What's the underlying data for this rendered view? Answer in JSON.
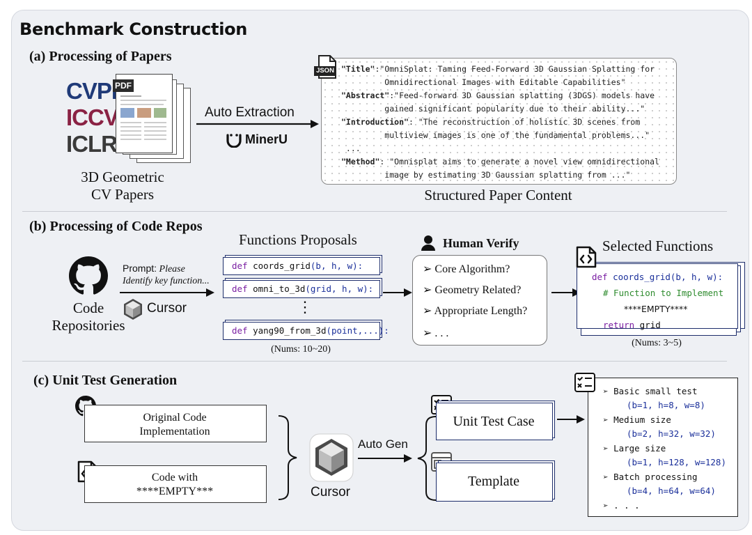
{
  "title": "Benchmark Construction",
  "section_a": {
    "heading": "(a) Processing of Papers",
    "venues": [
      "CVPR",
      "ICCV",
      "ICLR"
    ],
    "pdf_badge": "PDF",
    "papers_caption_line1": "3D Geometric",
    "papers_caption_line2": "CV Papers",
    "arrow_label": "Auto Extraction",
    "tool_name": "MinerU",
    "json_badge": "JSON",
    "json_lines": [
      {
        "key": "\"Title\"",
        "text": ":\"OmniSplat: Taming Feed-Forward 3D Gaussian Splatting for"
      },
      {
        "key": "",
        "text": "         Omnidirectional Images with Editable Capabilities\""
      },
      {
        "key": "\"Abstract\"",
        "text": ":\"Feed-forward 3D Gaussian splatting (3DGS) models have"
      },
      {
        "key": "",
        "text": "         gained significant popularity due to their ability...\""
      },
      {
        "key": "\"Introduction\"",
        "text": ": \"The reconstruction of holistic 3D scenes from"
      },
      {
        "key": "",
        "text": "         multiview images is one of the fundamental problems...\""
      },
      {
        "key": "",
        "text": " ..."
      },
      {
        "key": "\"Method\"",
        "text": ": \"Omnisplat aims to generate a novel view omnidirectional"
      },
      {
        "key": "",
        "text": "         image by estimating 3D Gaussian splatting from ...\""
      }
    ],
    "json_caption": "Structured Paper Content"
  },
  "section_b": {
    "heading": "(b) Processing of Code Repos",
    "repo_label_line1": "Code",
    "repo_label_line2": "Repositories",
    "prompt_label": "Prompt:",
    "prompt_text_line1": "Please",
    "prompt_text_line2": "Identify key function...",
    "cursor_label": "Cursor",
    "proposals_title": "Functions Proposals",
    "proposals": [
      {
        "kw": "def",
        "fn": "coords_grid",
        "args": "(b, h, w):"
      },
      {
        "kw": "def",
        "fn": "omni_to_3d",
        "args": "(grid, h, w):"
      },
      {
        "kw": "def",
        "fn": "yang90_from_3d",
        "args": "(point,...):"
      }
    ],
    "proposals_ellipsis": "⋮",
    "proposals_count": "(Nums: 10~20)",
    "verify_title": "Human Verify",
    "verify_items": [
      "Core Algorithm?",
      "Geometry Related?",
      "Appropriate Length?",
      ". . ."
    ],
    "selected_title": "Selected Functions",
    "selected_code": {
      "line1_kw": "def",
      "line1_fn": "coords_grid",
      "line1_args": "(b, h, w):",
      "line2": "# Function to Implement",
      "line3": "****EMPTY****",
      "line4_kw": "return",
      "line4_rest": " grid"
    },
    "selected_count": "(Nums: 3~5)"
  },
  "section_c": {
    "heading": "(c) Unit Test Generation",
    "input1_line1": "Original Code",
    "input1_line2": "Implementation",
    "input2_line1": "Code with",
    "input2_line2": "****EMPTY***",
    "cursor_label": "Cursor",
    "arrow_label": "Auto Gen",
    "output1": "Unit Test Case",
    "output2": "Template",
    "tests": [
      {
        "name": "Basic small test",
        "params": "(b=1, h=8, w=8)"
      },
      {
        "name": "Medium size",
        "params": "(b=2, h=32, w=32)"
      },
      {
        "name": "Large size",
        "params": "(b=1, h=128, w=128)"
      },
      {
        "name": "Batch processing",
        "params": "(b=4, h=64, w=64)"
      },
      {
        "name": ". . .",
        "params": ""
      }
    ]
  },
  "colors": {
    "navy": "#1d2d6b",
    "cvpr": "#1f3a78",
    "iccv": "#8a2244",
    "iclr": "#3a3a3a",
    "keyword": "#7a1fa2",
    "comment": "#2e8b2e"
  }
}
